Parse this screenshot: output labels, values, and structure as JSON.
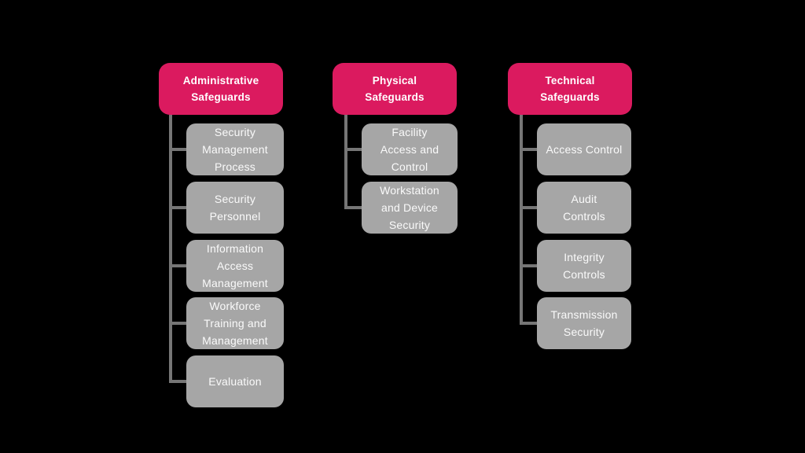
{
  "diagram": {
    "colors": {
      "background": "#000000",
      "header_bg": "#DB1A5F",
      "header_text": "#FFFFFF",
      "node_bg": "#A6A6A6",
      "node_text": "#FAFAFA",
      "connector": "#767676"
    },
    "columns": [
      {
        "title": "Administrative\nSafeguards",
        "children": [
          "Security\nManagement\nProcess",
          "Security\nPersonnel",
          "Information\nAccess\nManagement",
          "Workforce\nTraining and\nManagement",
          "Evaluation"
        ]
      },
      {
        "title": "Physical\nSafeguards",
        "children": [
          "Facility\nAccess and\nControl",
          "Workstation\nand Device\nSecurity"
        ]
      },
      {
        "title": "Technical\nSafeguards",
        "children": [
          "Access Control",
          "Audit\nControls",
          "Integrity\nControls",
          "Transmission\nSecurity"
        ]
      }
    ]
  }
}
